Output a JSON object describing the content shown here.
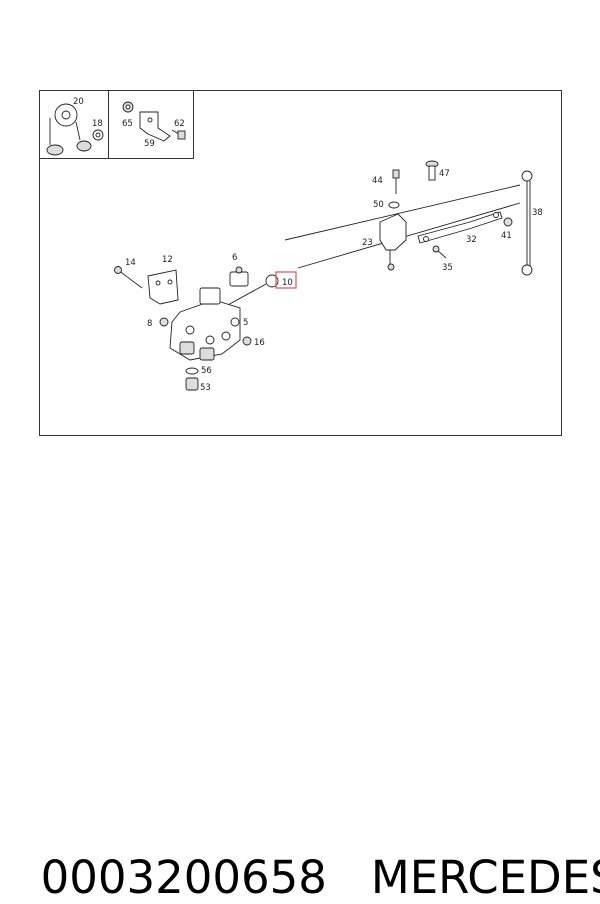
{
  "diagram": {
    "callouts": [
      "20",
      "18",
      "65",
      "62",
      "59",
      "44",
      "47",
      "50",
      "38",
      "23",
      "32",
      "41",
      "35",
      "14",
      "12",
      "6",
      "10",
      "8",
      "5",
      "16",
      "56",
      "53"
    ],
    "highlight_callout": "10",
    "highlight_color": "#e0505a"
  },
  "caption": {
    "part_number": "0003200658",
    "brand": "MERCEDES"
  }
}
